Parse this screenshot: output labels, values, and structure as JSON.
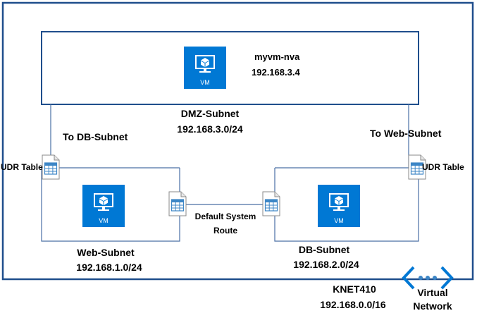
{
  "nva": {
    "name": "myvm-nva",
    "ip": "192.168.3.4"
  },
  "vm_label": "VM",
  "dmz": {
    "name": "DMZ-Subnet",
    "cidr": "192.168.3.0/24"
  },
  "web": {
    "name": "Web-Subnet",
    "cidr": "192.168.1.0/24"
  },
  "db": {
    "name": "DB-Subnet",
    "cidr": "192.168.2.0/24"
  },
  "routes": {
    "to_db": "To DB-Subnet",
    "to_web": "To Web-Subnet"
  },
  "udr": {
    "left": "UDR Table",
    "right": "UDR Table"
  },
  "default_route": {
    "line1": "Default System",
    "line2": "Route"
  },
  "vnet": {
    "name": "KNET410",
    "cidr": "192.168.0.0/16",
    "label1": "Virtual",
    "label2": "Network"
  },
  "colors": {
    "border": "#1f4e8c",
    "line": "#4a6fa5",
    "vm_blue": "#0078d4",
    "table_blue": "#5aa0d8"
  }
}
